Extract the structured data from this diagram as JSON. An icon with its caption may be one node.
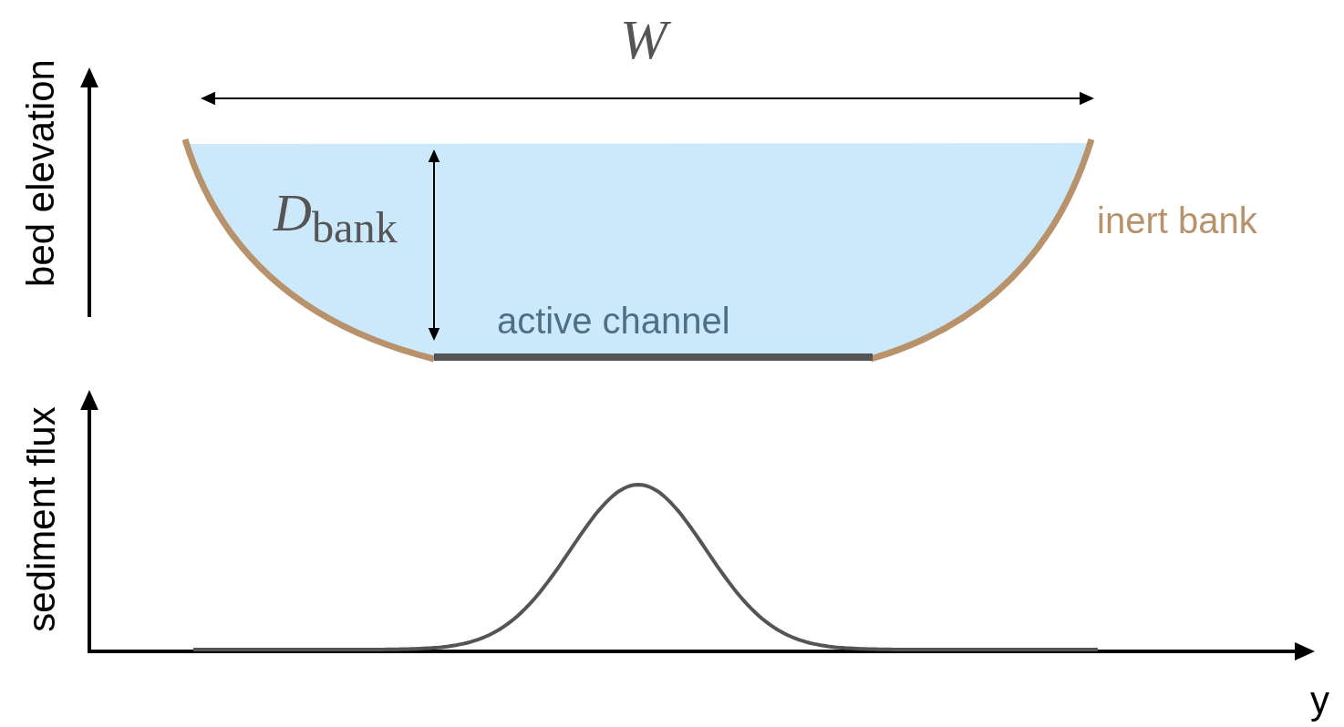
{
  "diagram": {
    "labels": [
      "W",
      "bed elevation",
      "*D*$_{bank}$",
      "inert bank",
      "active channel",
      "sediment flux",
      "y"
    ]
  }
}
